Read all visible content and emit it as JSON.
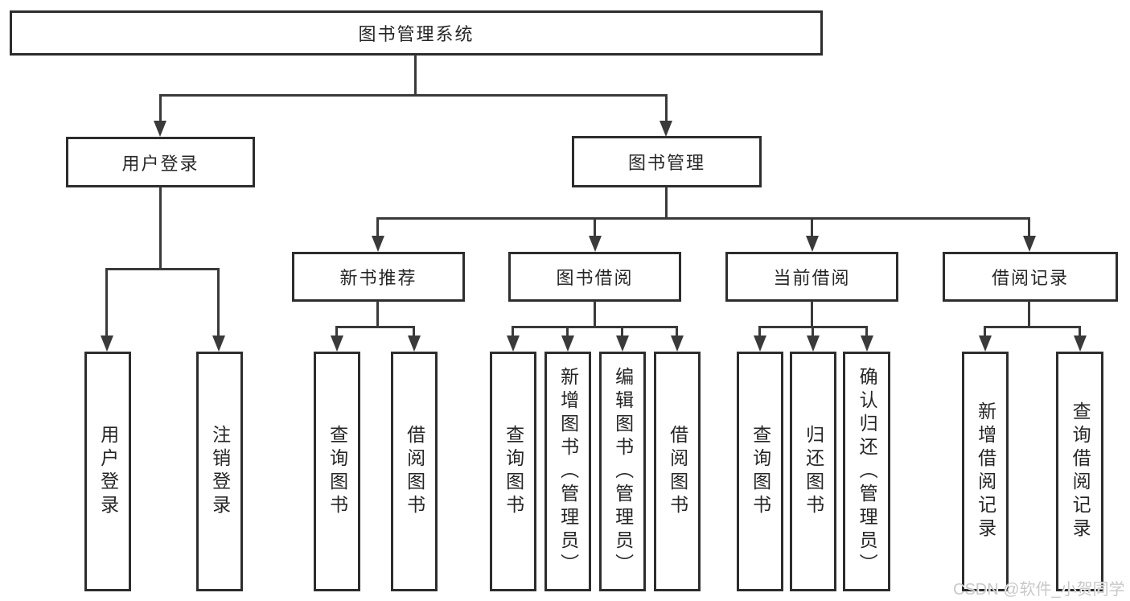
{
  "diagram_title": "图书管理系统",
  "tree": {
    "label": "图书管理系统",
    "children": [
      {
        "label": "用户登录",
        "children": [
          {
            "label": "用户登录"
          },
          {
            "label": "注销登录"
          }
        ]
      },
      {
        "label": "图书管理",
        "children": [
          {
            "label": "新书推荐",
            "children": [
              {
                "label": "查询图书"
              },
              {
                "label": "借阅图书"
              }
            ]
          },
          {
            "label": "图书借阅",
            "children": [
              {
                "label": "查询图书"
              },
              {
                "label": "新增图书（管理员）"
              },
              {
                "label": "编辑图书（管理员）"
              },
              {
                "label": "借阅图书"
              }
            ]
          },
          {
            "label": "当前借阅",
            "children": [
              {
                "label": "查询图书"
              },
              {
                "label": "归还图书"
              },
              {
                "label": "确认归还（管理员）"
              }
            ]
          },
          {
            "label": "借阅记录",
            "children": [
              {
                "label": "新增借阅记录"
              },
              {
                "label": "查询借阅记录"
              }
            ]
          }
        ]
      }
    ]
  },
  "watermark": {
    "text": "CSDN @软件_小贺同学"
  },
  "colors": {
    "line": "#3a3a3a",
    "box_border": "#2d2d2d",
    "text": "#262626",
    "watermark": "#c9c9c9",
    "background": "#ffffff"
  }
}
